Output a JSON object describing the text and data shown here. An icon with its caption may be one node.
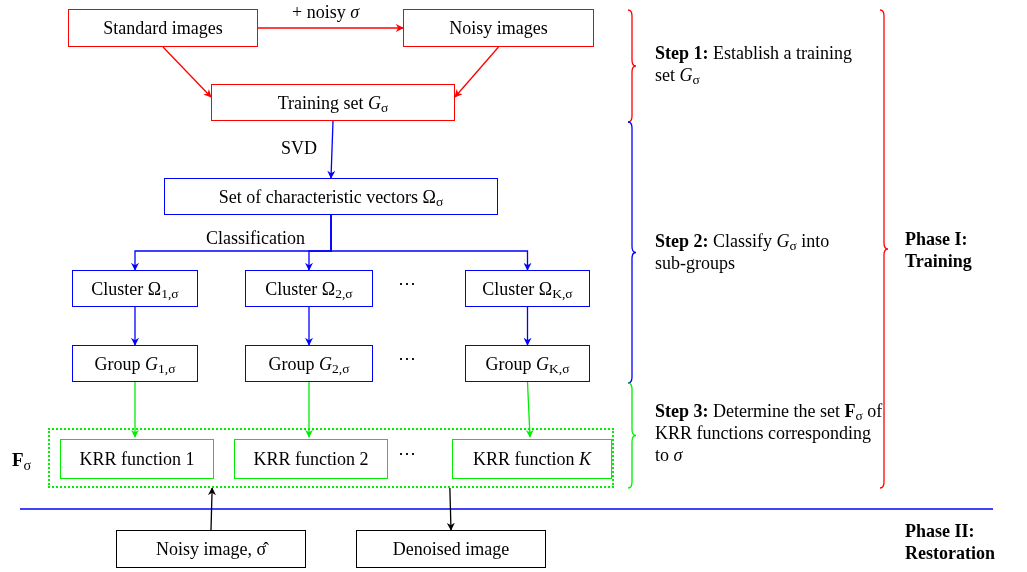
{
  "diagram": {
    "nodes": [
      {
        "text": [
          "Standard images"
        ]
      },
      {
        "text": [
          "Noisy images"
        ]
      },
      {
        "text": [
          "Training set *G*$_{σ}$"
        ]
      },
      {
        "text": [
          "Set of characteristic vectors Ω$_{σ}$"
        ]
      },
      {
        "text": [
          "Cluster Ω$_{1,σ}$"
        ]
      },
      {
        "text": [
          "Cluster Ω$_{2,σ}$"
        ]
      },
      {
        "text": [
          "Cluster Ω$_{K,σ}$"
        ]
      },
      {
        "text": [
          "Group *G*$_{1,σ}$"
        ]
      },
      {
        "text": [
          "Group *G*$_{2,σ}$"
        ]
      },
      {
        "text": [
          "Group *G*$_{K,σ}$"
        ]
      },
      {
        "text": [
          "**F**$_{σ}$"
        ]
      },
      {
        "text": [
          "KRR function 1"
        ],
        "in": 10
      },
      {
        "text": [
          "KRR function 2"
        ],
        "in": 10
      },
      {
        "text": [
          "KRR function *K*"
        ],
        "in": 10
      },
      {
        "text": [
          "Noisy image, σ̂"
        ]
      },
      {
        "text": [
          "Denoised image"
        ]
      }
    ],
    "edges": [
      {
        "from": 0,
        "to": 1,
        "arrow": "to",
        "label": "+ noisy *σ*",
        "color": "#ff0000"
      },
      {
        "from": 0,
        "to": 2,
        "arrow": "to",
        "color": "#ff0000"
      },
      {
        "from": 1,
        "to": 2,
        "arrow": "to",
        "color": "#ff0000"
      },
      {
        "from": 2,
        "to": 3,
        "arrow": "to",
        "label": "SVD"
      },
      {
        "from": 3,
        "to": 4,
        "arrow": "to",
        "label": "Classification"
      },
      {
        "from": 3,
        "to": 5,
        "arrow": "to"
      },
      {
        "from": 3,
        "to": 6,
        "arrow": "to"
      },
      {
        "from": 4,
        "to": 7,
        "arrow": "to"
      },
      {
        "from": 5,
        "to": 8,
        "arrow": "to"
      },
      {
        "from": 6,
        "to": 9,
        "arrow": "to"
      },
      {
        "from": 7,
        "to": 11,
        "arrow": "to",
        "color": "#00ee00"
      },
      {
        "from": 8,
        "to": 12,
        "arrow": "to",
        "color": "#00ee00"
      },
      {
        "from": 9,
        "to": 13,
        "arrow": "to",
        "color": "#00ee00"
      },
      {
        "from": 14,
        "to": 10,
        "arrow": "to",
        "color": "#000000"
      },
      {
        "from": 10,
        "to": 15,
        "arrow": "to",
        "color": "#000000"
      }
    ],
    "labels": [
      "⋯",
      "⋯",
      "⋯",
      "**Step 1:** Establish a training set *G*$_{σ}$",
      "**Step 2:** Classify *G*$_{σ}$ into sub-groups",
      "**Step 3:** Determine the set **F**$_{σ}$ of KRR functions corresponding to *σ*",
      "Phase I: Training",
      "Phase II: Restoration"
    ]
  }
}
